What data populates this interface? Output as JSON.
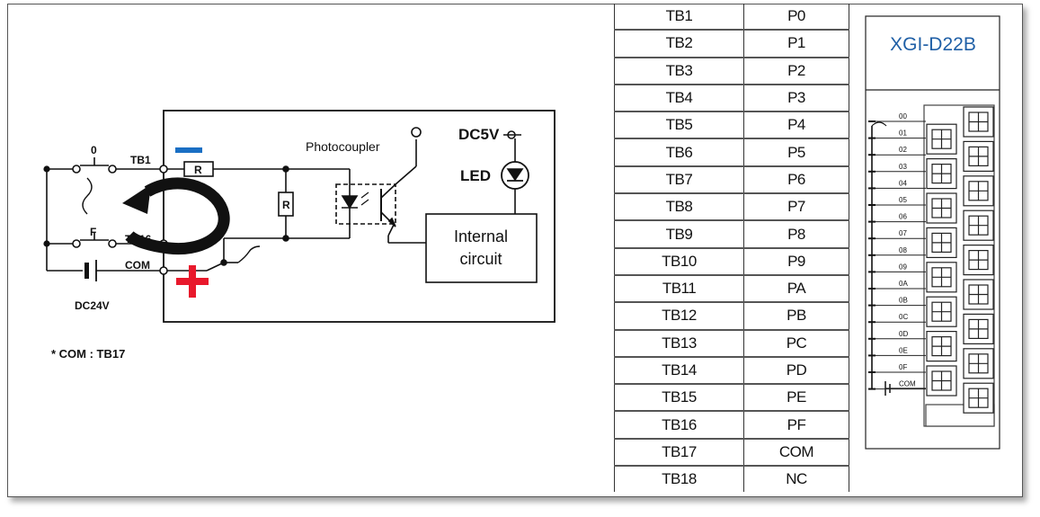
{
  "circuit": {
    "switch_labels": [
      "0",
      "F"
    ],
    "terminal_labels": [
      "TB1",
      "TB16",
      "COM"
    ],
    "resistor_label": "R",
    "photocoupler_label": "Photocoupler",
    "dc5v_label": "DC5V",
    "led_label": "LED",
    "internal_circuit_line1": "Internal",
    "internal_circuit_line2": "circuit",
    "dc24v_label": "DC24V",
    "com_note": "* COM : TB17"
  },
  "pin_table": {
    "rows": [
      {
        "terminal": "TB1",
        "signal": "P0"
      },
      {
        "terminal": "TB2",
        "signal": "P1"
      },
      {
        "terminal": "TB3",
        "signal": "P2"
      },
      {
        "terminal": "TB4",
        "signal": "P3"
      },
      {
        "terminal": "TB5",
        "signal": "P4"
      },
      {
        "terminal": "TB6",
        "signal": "P5"
      },
      {
        "terminal": "TB7",
        "signal": "P6"
      },
      {
        "terminal": "TB8",
        "signal": "P7"
      },
      {
        "terminal": "TB9",
        "signal": "P8"
      },
      {
        "terminal": "TB10",
        "signal": "P9"
      },
      {
        "terminal": "TB11",
        "signal": "PA"
      },
      {
        "terminal": "TB12",
        "signal": "PB"
      },
      {
        "terminal": "TB13",
        "signal": "PC"
      },
      {
        "terminal": "TB14",
        "signal": "PD"
      },
      {
        "terminal": "TB15",
        "signal": "PE"
      },
      {
        "terminal": "TB16",
        "signal": "PF"
      },
      {
        "terminal": "TB17",
        "signal": "COM"
      },
      {
        "terminal": "TB18",
        "signal": "NC"
      }
    ]
  },
  "module": {
    "name": "XGI-D22B",
    "name_color": "#1f5fa6",
    "terminal_labels": [
      "00",
      "01",
      "02",
      "03",
      "04",
      "05",
      "06",
      "07",
      "08",
      "09",
      "0A",
      "0B",
      "0C",
      "0D",
      "0E",
      "0F",
      "COM"
    ]
  },
  "annotations": {
    "minus_color": "#1a6fc4",
    "plus_color": "#e8192c",
    "arrow_color": "#111111"
  }
}
